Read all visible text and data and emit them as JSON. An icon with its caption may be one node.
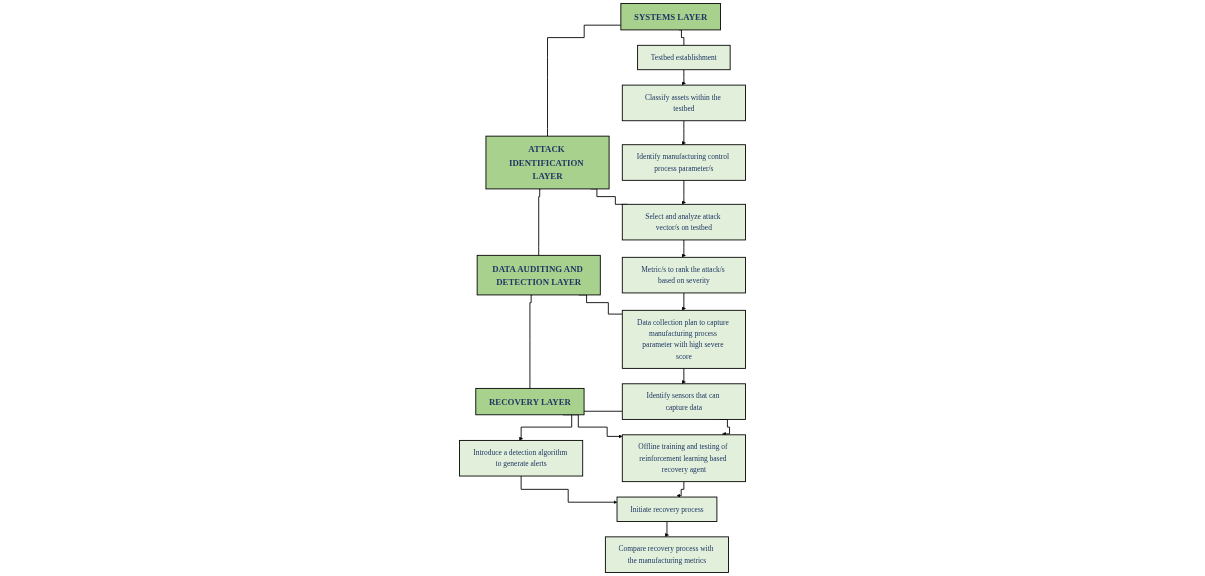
{
  "diagram": {
    "nodes": [
      {
        "text": [
          "SYSTEMS LAYER"
        ]
      },
      {
        "text": [
          "ATTACK IDENTIFICATION LAYER"
        ]
      },
      {
        "text": [
          "DATA AUDITING AND DETECTION LAYER"
        ]
      },
      {
        "text": [
          "RECOVERY LAYER"
        ]
      },
      {
        "text": [
          "Testbed establishment"
        ]
      },
      {
        "text": [
          "Classify assets within the testbed"
        ]
      },
      {
        "text": [
          "Identify manufacturing control process parameter/s"
        ]
      },
      {
        "text": [
          "Select and analyze attack vector/s on testbed"
        ]
      },
      {
        "text": [
          "Metric/s to rank the attack/s based on severity"
        ]
      },
      {
        "text": [
          "Data collection plan to capture manufacturing process parameter with high severe score"
        ]
      },
      {
        "text": [
          "Identify sensors that can capture data"
        ]
      },
      {
        "text": [
          "Introduce a detection algorithm to generate alerts"
        ]
      },
      {
        "text": [
          "Offline training and testing of reinforcement learning based recovery agent"
        ]
      },
      {
        "text": [
          "Initiate recovery process"
        ]
      },
      {
        "text": [
          "Compare recovery process with the manufacturing metrics"
        ]
      }
    ],
    "edges": [
      {
        "from": 0,
        "to": 1,
        "arrow": "none"
      },
      {
        "from": 1,
        "to": 2,
        "arrow": "none"
      },
      {
        "from": 2,
        "to": 3,
        "arrow": "none"
      },
      {
        "from": 0,
        "to": 4,
        "arrow": "none"
      },
      {
        "from": 1,
        "to": 7,
        "arrow": "none"
      },
      {
        "from": 2,
        "to": 9,
        "arrow": "none"
      },
      {
        "from": 3,
        "to": 12,
        "arrow": "to"
      },
      {
        "from": 4,
        "to": 5,
        "arrow": "to"
      },
      {
        "from": 5,
        "to": 6,
        "arrow": "to"
      },
      {
        "from": 6,
        "to": 7,
        "arrow": "to"
      },
      {
        "from": 7,
        "to": 8,
        "arrow": "to"
      },
      {
        "from": 8,
        "to": 9,
        "arrow": "to"
      },
      {
        "from": 9,
        "to": 10,
        "arrow": "to"
      },
      {
        "from": 10,
        "to": 11,
        "arrow": "to"
      },
      {
        "from": 10,
        "to": 12,
        "arrow": "to"
      },
      {
        "from": 11,
        "to": 13,
        "arrow": "to"
      },
      {
        "from": 12,
        "to": 13,
        "arrow": "to"
      },
      {
        "from": 13,
        "to": 14,
        "arrow": "to"
      }
    ]
  }
}
